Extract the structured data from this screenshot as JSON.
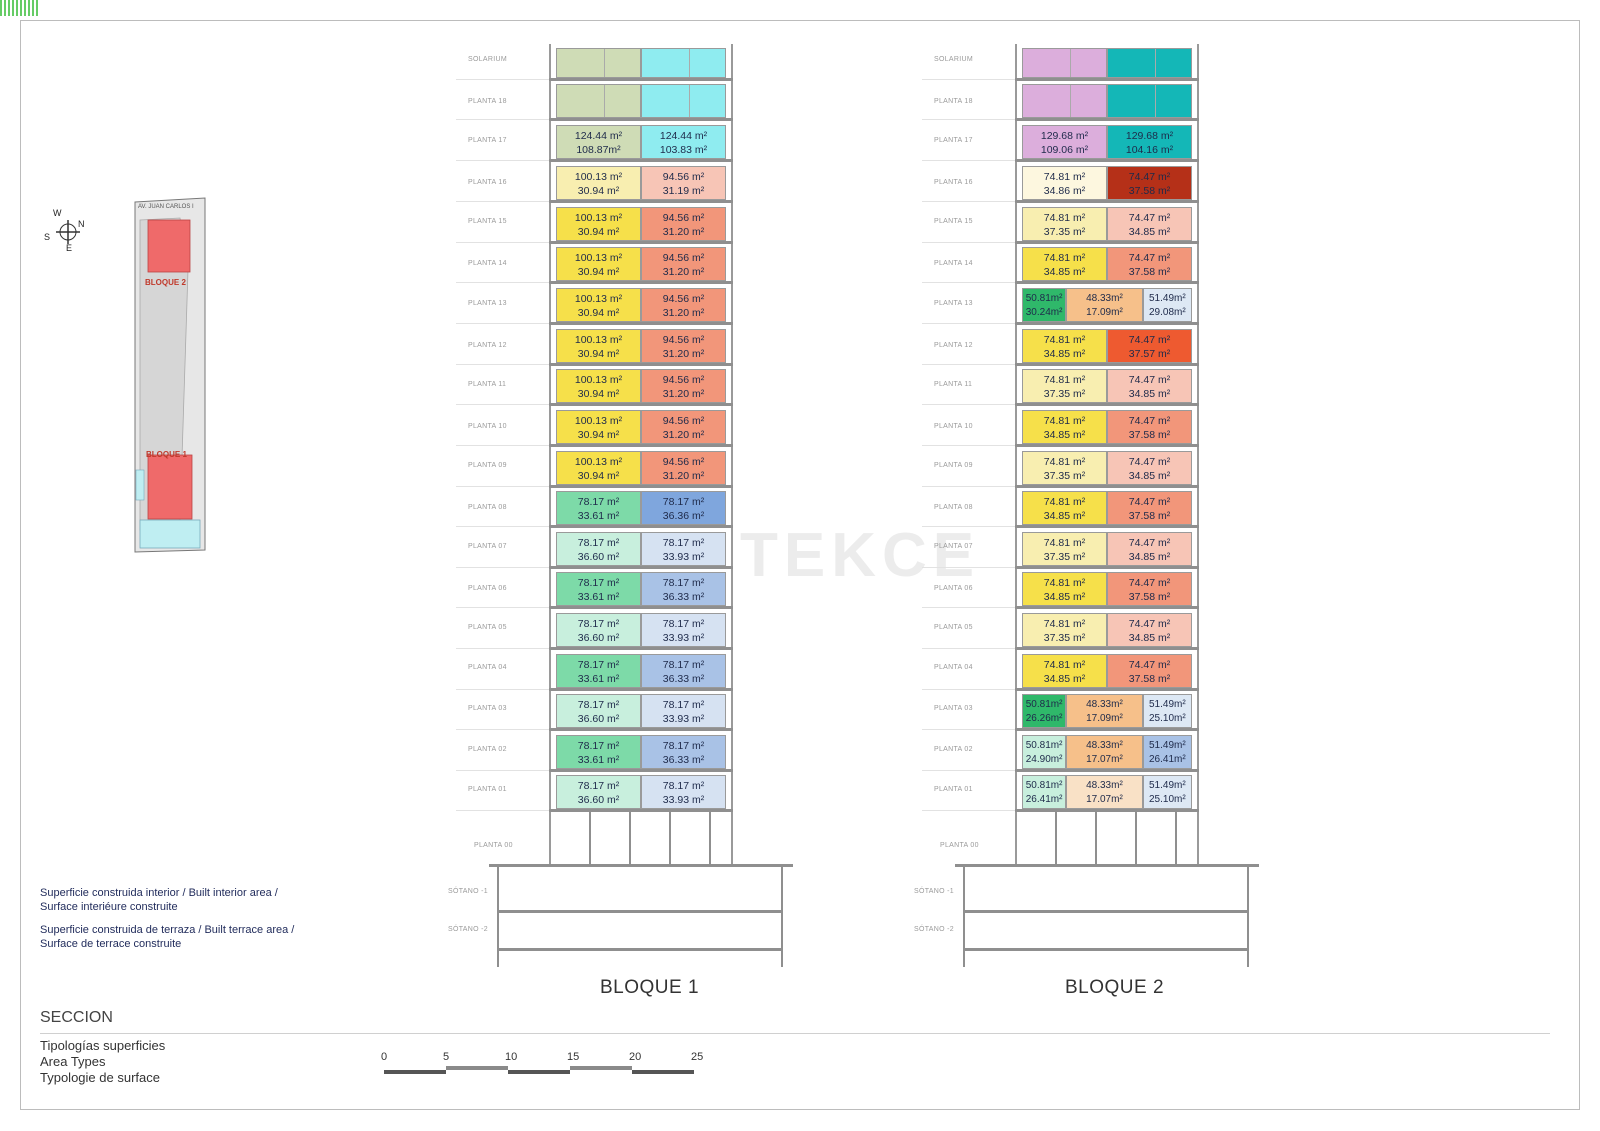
{
  "page": {
    "section_title": "SECCION"
  },
  "legend": {
    "interior": "Superficie construida interior / Built interior area / Surface interiéure construite",
    "terrace": "Superficie construida de terraza / Built terrace area / Surface de terrace construite"
  },
  "area_types": [
    "Tipologías superficies",
    "Area Types",
    "Typologie de surface"
  ],
  "scale": [
    "0",
    "5",
    "10",
    "15",
    "20",
    "25"
  ],
  "watermark": "TEKCE",
  "plan": {
    "street": "AV. JUAN CARLOS I",
    "compass": [
      "W",
      "N",
      "S",
      "E"
    ],
    "bloque2": "BLOQUE 2",
    "bloque1": "BLOQUE 1"
  },
  "basement_labels": [
    "SÓTANO -1",
    "SÓTANO -2"
  ],
  "ground_label": "PLANTA 00",
  "colors": {
    "yellow": "#f6e04a",
    "lightyellow": "#f8eeb0",
    "cream": "#fdf7df",
    "salmon": "#f2967a",
    "lightsalmon": "#f7c5b6",
    "darkred": "#b53018",
    "red": "#ee5a30",
    "green": "#7ddaa8",
    "mint": "#c8efdd",
    "blue": "#a9c2e6",
    "lightblue": "#d6e2f2",
    "midblue": "#7fa6dd",
    "sage": "#cfdcb6",
    "cyan": "#8fecf0",
    "lilac": "#dcaedc",
    "teal": "#14b7b7",
    "dkgreen": "#2fb86a",
    "peach": "#f6c08a",
    "peachlight": "#f9e1c6",
    "paleblue": "#dde8f4"
  },
  "bloque1": {
    "title": "BLOQUE 1",
    "floors": [
      {
        "label": "SOLARIUM",
        "cells": [
          {
            "c": "sage",
            "t": []
          },
          {
            "c": "cyan",
            "t": []
          }
        ]
      },
      {
        "label": "PLANTA 18",
        "cells": [
          {
            "c": "sage",
            "t": []
          },
          {
            "c": "cyan",
            "t": []
          }
        ]
      },
      {
        "label": "PLANTA 17",
        "cells": [
          {
            "c": "sage",
            "t": [
              "124.44 m²",
              "108.87m²"
            ]
          },
          {
            "c": "cyan",
            "t": [
              "124.44 m²",
              "103.83 m²"
            ]
          }
        ]
      },
      {
        "label": "PLANTA 16",
        "cells": [
          {
            "c": "lightyellow",
            "t": [
              "100.13 m²",
              "30.94 m²"
            ]
          },
          {
            "c": "lightsalmon",
            "t": [
              "94.56 m²",
              "31.19 m²"
            ]
          }
        ]
      },
      {
        "label": "PLANTA 15",
        "cells": [
          {
            "c": "yellow",
            "t": [
              "100.13 m²",
              "30.94 m²"
            ]
          },
          {
            "c": "salmon",
            "t": [
              "94.56 m²",
              "31.20 m²"
            ]
          }
        ]
      },
      {
        "label": "PLANTA 14",
        "cells": [
          {
            "c": "yellow",
            "t": [
              "100.13 m²",
              "30.94 m²"
            ]
          },
          {
            "c": "salmon",
            "t": [
              "94.56 m²",
              "31.20 m²"
            ]
          }
        ]
      },
      {
        "label": "PLANTA 13",
        "cells": [
          {
            "c": "yellow",
            "t": [
              "100.13 m²",
              "30.94 m²"
            ]
          },
          {
            "c": "salmon",
            "t": [
              "94.56 m²",
              "31.20 m²"
            ]
          }
        ]
      },
      {
        "label": "PLANTA 12",
        "cells": [
          {
            "c": "yellow",
            "t": [
              "100.13 m²",
              "30.94 m²"
            ]
          },
          {
            "c": "salmon",
            "t": [
              "94.56 m²",
              "31.20 m²"
            ]
          }
        ]
      },
      {
        "label": "PLANTA 11",
        "cells": [
          {
            "c": "yellow",
            "t": [
              "100.13 m²",
              "30.94 m²"
            ]
          },
          {
            "c": "salmon",
            "t": [
              "94.56 m²",
              "31.20 m²"
            ]
          }
        ]
      },
      {
        "label": "PLANTA 10",
        "cells": [
          {
            "c": "yellow",
            "t": [
              "100.13 m²",
              "30.94 m²"
            ]
          },
          {
            "c": "salmon",
            "t": [
              "94.56 m²",
              "31.20 m²"
            ]
          }
        ]
      },
      {
        "label": "PLANTA 09",
        "cells": [
          {
            "c": "yellow",
            "t": [
              "100.13 m²",
              "30.94 m²"
            ]
          },
          {
            "c": "salmon",
            "t": [
              "94.56 m²",
              "31.20 m²"
            ]
          }
        ]
      },
      {
        "label": "PLANTA 08",
        "cells": [
          {
            "c": "green",
            "t": [
              "78.17 m²",
              "33.61 m²"
            ]
          },
          {
            "c": "midblue",
            "t": [
              "78.17 m²",
              "36.36 m²"
            ]
          }
        ]
      },
      {
        "label": "PLANTA 07",
        "cells": [
          {
            "c": "mint",
            "t": [
              "78.17 m²",
              "36.60 m²"
            ]
          },
          {
            "c": "lightblue",
            "t": [
              "78.17 m²",
              "33.93 m²"
            ]
          }
        ]
      },
      {
        "label": "PLANTA 06",
        "cells": [
          {
            "c": "green",
            "t": [
              "78.17 m²",
              "33.61 m²"
            ]
          },
          {
            "c": "blue",
            "t": [
              "78.17 m²",
              "36.33 m²"
            ]
          }
        ]
      },
      {
        "label": "PLANTA 05",
        "cells": [
          {
            "c": "mint",
            "t": [
              "78.17 m²",
              "36.60 m²"
            ]
          },
          {
            "c": "lightblue",
            "t": [
              "78.17 m²",
              "33.93 m²"
            ]
          }
        ]
      },
      {
        "label": "PLANTA 04",
        "cells": [
          {
            "c": "green",
            "t": [
              "78.17 m²",
              "33.61 m²"
            ]
          },
          {
            "c": "blue",
            "t": [
              "78.17 m²",
              "36.33 m²"
            ]
          }
        ]
      },
      {
        "label": "PLANTA 03",
        "cells": [
          {
            "c": "mint",
            "t": [
              "78.17 m²",
              "36.60 m²"
            ]
          },
          {
            "c": "lightblue",
            "t": [
              "78.17 m²",
              "33.93 m²"
            ]
          }
        ]
      },
      {
        "label": "PLANTA 02",
        "cells": [
          {
            "c": "green",
            "t": [
              "78.17 m²",
              "33.61 m²"
            ]
          },
          {
            "c": "blue",
            "t": [
              "78.17 m²",
              "36.33 m²"
            ]
          }
        ]
      },
      {
        "label": "PLANTA 01",
        "cells": [
          {
            "c": "mint",
            "t": [
              "78.17 m²",
              "36.60 m²"
            ]
          },
          {
            "c": "lightblue",
            "t": [
              "78.17 m²",
              "33.93 m²"
            ]
          }
        ]
      }
    ]
  },
  "bloque2": {
    "title": "BLOQUE 2",
    "floors": [
      {
        "label": "SOLARIUM",
        "cells": [
          {
            "c": "lilac",
            "t": []
          },
          {
            "c": "teal",
            "t": []
          }
        ]
      },
      {
        "label": "PLANTA 18",
        "cells": [
          {
            "c": "lilac",
            "t": []
          },
          {
            "c": "teal",
            "t": []
          }
        ]
      },
      {
        "label": "PLANTA 17",
        "cells": [
          {
            "c": "lilac",
            "t": [
              "129.68 m²",
              "109.06 m²"
            ]
          },
          {
            "c": "teal",
            "t": [
              "129.68 m²",
              "104.16 m²"
            ]
          }
        ]
      },
      {
        "label": "PLANTA 16",
        "cells": [
          {
            "c": "cream",
            "t": [
              "74.81 m²",
              "34.86 m²"
            ]
          },
          {
            "c": "darkred",
            "t": [
              "74.47 m²",
              "37.58 m²"
            ]
          }
        ]
      },
      {
        "label": "PLANTA 15",
        "cells": [
          {
            "c": "lightyellow",
            "t": [
              "74.81 m²",
              "37.35 m²"
            ]
          },
          {
            "c": "lightsalmon",
            "t": [
              "74.47 m²",
              "34.85 m²"
            ]
          }
        ]
      },
      {
        "label": "PLANTA 14",
        "cells": [
          {
            "c": "yellow",
            "t": [
              "74.81 m²",
              "34.85 m²"
            ]
          },
          {
            "c": "salmon",
            "t": [
              "74.47 m²",
              "37.58 m²"
            ]
          }
        ]
      },
      {
        "label": "PLANTA 13",
        "cells": [
          {
            "c": "dkgreen",
            "t": [
              "50.81m²",
              "30.24m²"
            ]
          },
          {
            "c": "peach",
            "t": [
              "48.33m²",
              "17.09m²"
            ]
          },
          {
            "c": "paleblue",
            "t": [
              "51.49m²",
              "29.08m²"
            ]
          }
        ]
      },
      {
        "label": "PLANTA 12",
        "cells": [
          {
            "c": "yellow",
            "t": [
              "74.81 m²",
              "34.85 m²"
            ]
          },
          {
            "c": "red",
            "t": [
              "74.47 m²",
              "37.57 m²"
            ]
          }
        ]
      },
      {
        "label": "PLANTA 11",
        "cells": [
          {
            "c": "lightyellow",
            "t": [
              "74.81 m²",
              "37.35 m²"
            ]
          },
          {
            "c": "lightsalmon",
            "t": [
              "74.47 m²",
              "34.85 m²"
            ]
          }
        ]
      },
      {
        "label": "PLANTA 10",
        "cells": [
          {
            "c": "yellow",
            "t": [
              "74.81 m²",
              "34.85 m²"
            ]
          },
          {
            "c": "salmon",
            "t": [
              "74.47 m²",
              "37.58 m²"
            ]
          }
        ]
      },
      {
        "label": "PLANTA 09",
        "cells": [
          {
            "c": "lightyellow",
            "t": [
              "74.81 m²",
              "37.35 m²"
            ]
          },
          {
            "c": "lightsalmon",
            "t": [
              "74.47 m²",
              "34.85 m²"
            ]
          }
        ]
      },
      {
        "label": "PLANTA 08",
        "cells": [
          {
            "c": "yellow",
            "t": [
              "74.81 m²",
              "34.85 m²"
            ]
          },
          {
            "c": "salmon",
            "t": [
              "74.47 m²",
              "37.58 m²"
            ]
          }
        ]
      },
      {
        "label": "PLANTA 07",
        "cells": [
          {
            "c": "lightyellow",
            "t": [
              "74.81 m²",
              "37.35 m²"
            ]
          },
          {
            "c": "lightsalmon",
            "t": [
              "74.47 m²",
              "34.85 m²"
            ]
          }
        ]
      },
      {
        "label": "PLANTA 06",
        "cells": [
          {
            "c": "yellow",
            "t": [
              "74.81 m²",
              "34.85 m²"
            ]
          },
          {
            "c": "salmon",
            "t": [
              "74.47 m²",
              "37.58 m²"
            ]
          }
        ]
      },
      {
        "label": "PLANTA 05",
        "cells": [
          {
            "c": "lightyellow",
            "t": [
              "74.81 m²",
              "37.35 m²"
            ]
          },
          {
            "c": "lightsalmon",
            "t": [
              "74.47 m²",
              "34.85 m²"
            ]
          }
        ]
      },
      {
        "label": "PLANTA 04",
        "cells": [
          {
            "c": "yellow",
            "t": [
              "74.81 m²",
              "34.85 m²"
            ]
          },
          {
            "c": "salmon",
            "t": [
              "74.47 m²",
              "37.58 m²"
            ]
          }
        ]
      },
      {
        "label": "PLANTA 03",
        "cells": [
          {
            "c": "dkgreen",
            "t": [
              "50.81m²",
              "26.26m²"
            ]
          },
          {
            "c": "peach",
            "t": [
              "48.33m²",
              "17.09m²"
            ]
          },
          {
            "c": "paleblue",
            "t": [
              "51.49m²",
              "25.10m²"
            ]
          }
        ]
      },
      {
        "label": "PLANTA 02",
        "cells": [
          {
            "c": "mint",
            "t": [
              "50.81m²",
              "24.90m²"
            ]
          },
          {
            "c": "peach",
            "t": [
              "48.33m²",
              "17.07m²"
            ]
          },
          {
            "c": "blue",
            "t": [
              "51.49m²",
              "26.41m²"
            ]
          }
        ]
      },
      {
        "label": "PLANTA 01",
        "cells": [
          {
            "c": "mint",
            "t": [
              "50.81m²",
              "26.41m²"
            ]
          },
          {
            "c": "peachlight",
            "t": [
              "48.33m²",
              "17.07m²"
            ]
          },
          {
            "c": "paleblue",
            "t": [
              "51.49m²",
              "25.10m²"
            ]
          }
        ]
      }
    ]
  }
}
